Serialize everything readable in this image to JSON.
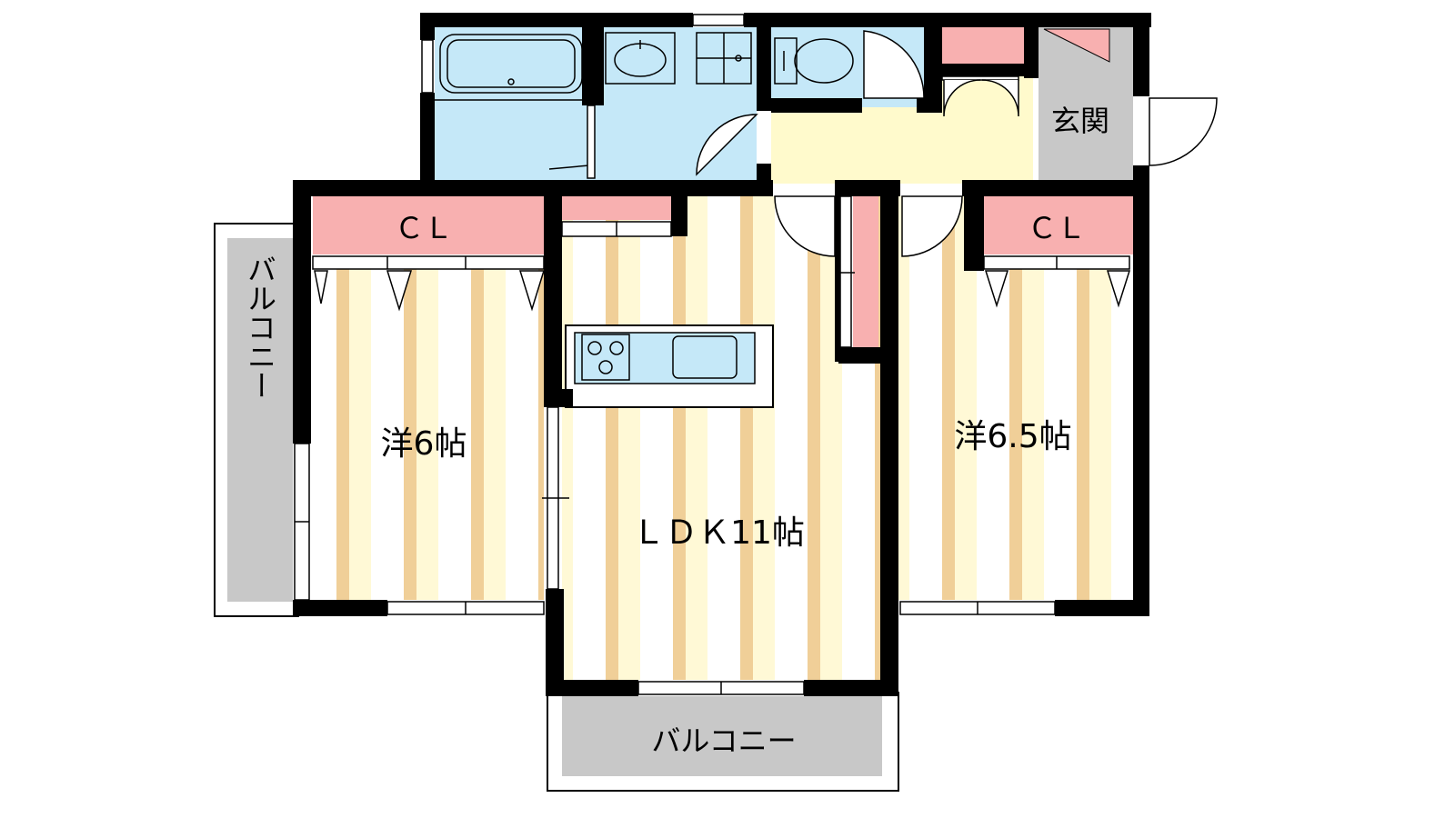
{
  "labels": {
    "closet_left": "ＣＬ",
    "closet_right": "ＣＬ",
    "balcony_left": "バルコニー",
    "room_left": "洋6帖",
    "ldk": "ＬＤＫ11帖",
    "room_right": "洋6.5帖",
    "entrance": "玄関",
    "balcony_bottom": "バルコニー"
  },
  "colors": {
    "wall": "#000000",
    "wet_area": "#c5e8f8",
    "hall": "#fffacc",
    "storage": "#f8b0b0",
    "entrance": "#c8c8c8",
    "balcony": "#c8c8c8",
    "floor_light": "#fff9d6",
    "floor_dark": "#f0cf98"
  }
}
